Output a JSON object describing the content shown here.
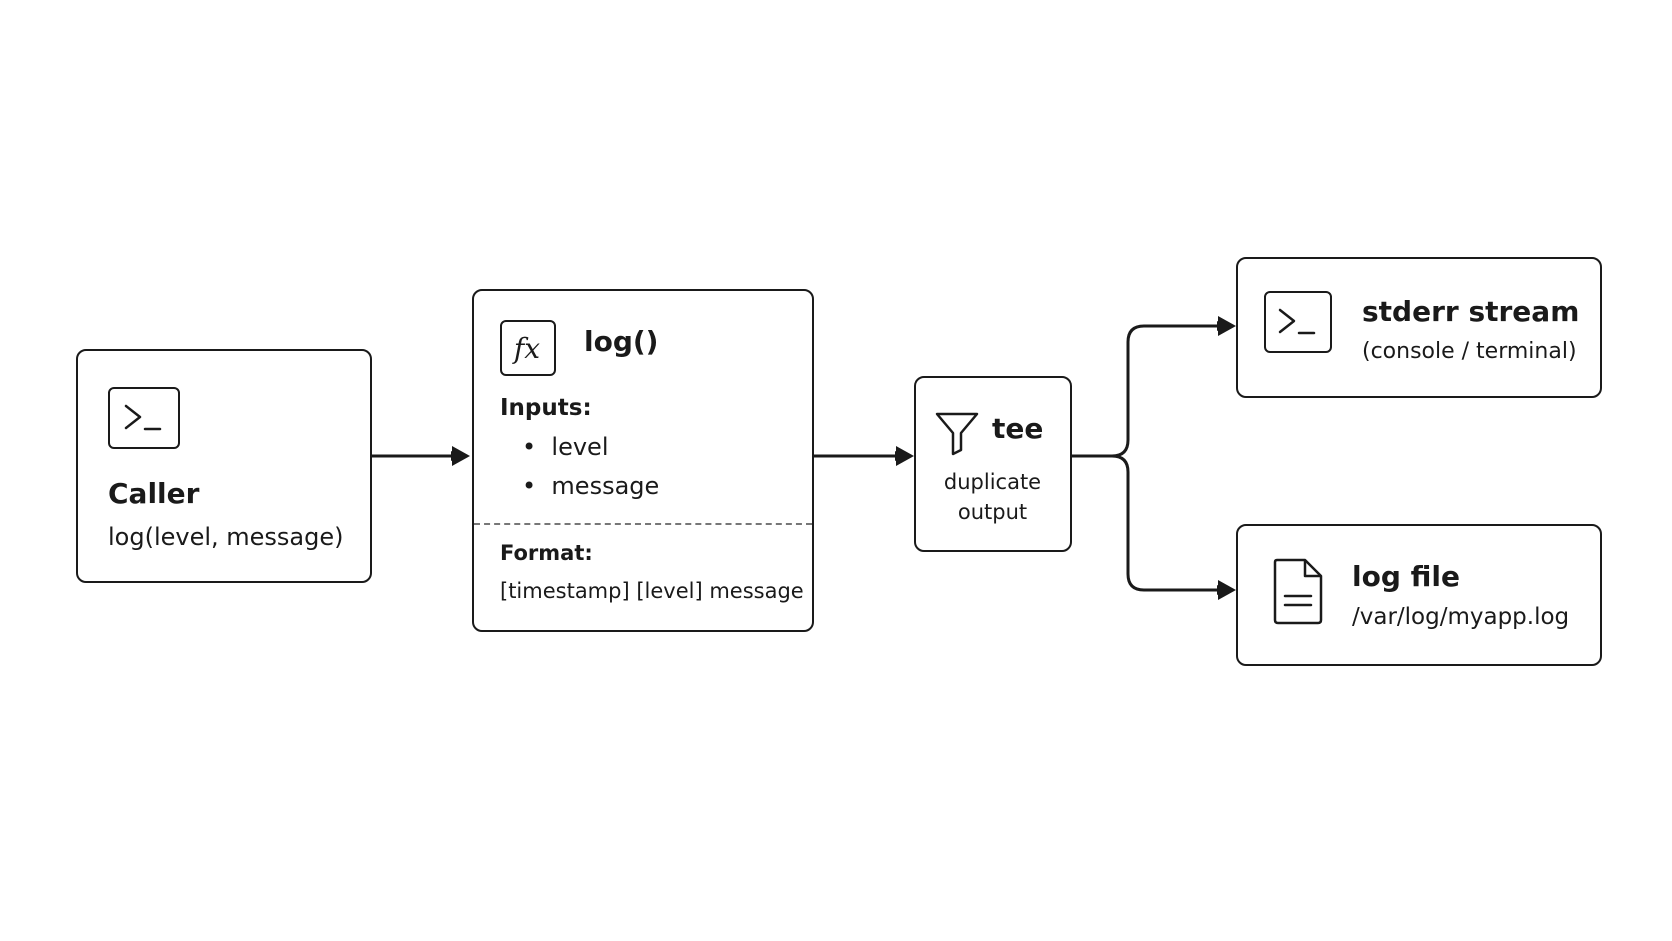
{
  "caller": {
    "icon": "terminal-prompt-icon",
    "title": "Caller",
    "signature": "log(level, message)"
  },
  "log_function": {
    "icon": "function-icon",
    "title": "log()",
    "inputs_label": "Inputs:",
    "inputs": [
      "level",
      "message"
    ],
    "format_label": "Format:",
    "format": "[timestamp] [level] message"
  },
  "tee": {
    "icon": "funnel-icon",
    "title": "tee",
    "description_line1": "duplicate",
    "description_line2": "output"
  },
  "stderr": {
    "icon": "terminal-prompt-icon",
    "title": "stderr stream",
    "subtitle": "(console / terminal)"
  },
  "logfile": {
    "icon": "document-icon",
    "title": "log file",
    "path": "/var/log/myapp.log"
  }
}
